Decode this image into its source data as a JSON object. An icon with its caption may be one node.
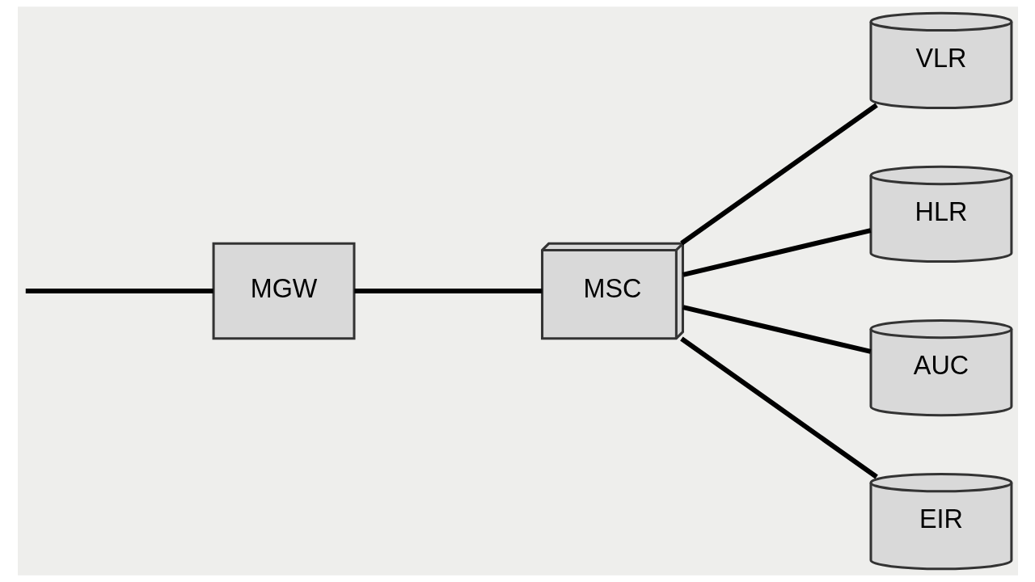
{
  "diagram": {
    "nodes": [
      {
        "text": [
          "MGW"
        ]
      },
      {
        "text": [
          "MSC"
        ]
      },
      {
        "text": [
          "VLR"
        ]
      },
      {
        "text": [
          "HLR"
        ]
      },
      {
        "text": [
          "AUC"
        ]
      },
      {
        "text": [
          "EIR"
        ]
      }
    ],
    "edges": [
      {
        "from": null,
        "to": 0,
        "arrow": "none"
      },
      {
        "from": 0,
        "to": 1,
        "arrow": "none"
      },
      {
        "from": 1,
        "to": 2,
        "arrow": "none"
      },
      {
        "from": 1,
        "to": 3,
        "arrow": "none"
      },
      {
        "from": 1,
        "to": 4,
        "arrow": "none"
      },
      {
        "from": 1,
        "to": 5,
        "arrow": "none"
      }
    ]
  }
}
